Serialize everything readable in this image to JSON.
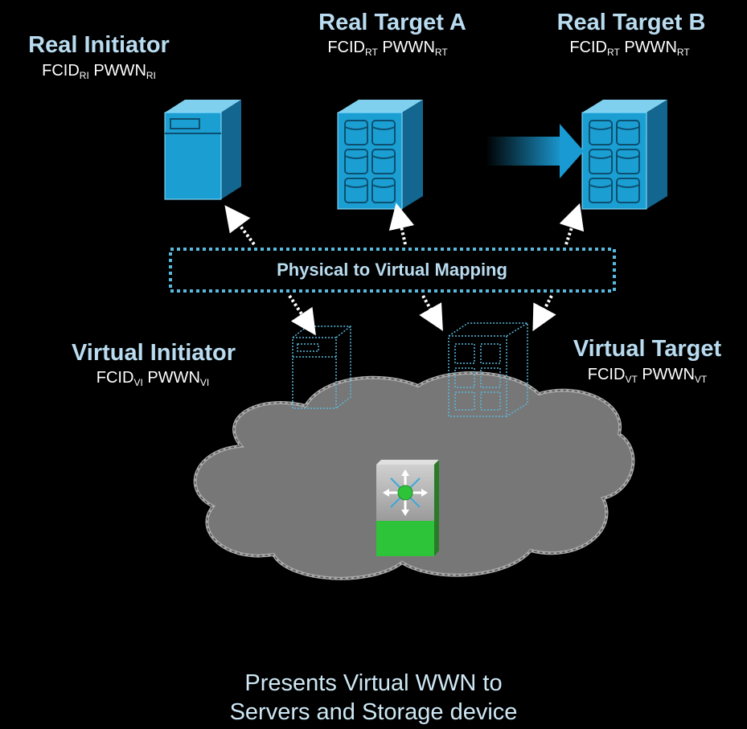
{
  "real_initiator": {
    "title": "Real Initiator",
    "fcid": "FCID",
    "fcid_sub": "RI",
    "pwwn": "PWWN",
    "pwwn_sub": "RI"
  },
  "real_target_a": {
    "title": "Real Target A",
    "fcid": "FCID",
    "fcid_sub": "RT",
    "pwwn": "PWWN",
    "pwwn_sub": "RT"
  },
  "real_target_b": {
    "title": "Real Target B",
    "fcid": "FCID",
    "fcid_sub": "RT",
    "pwwn": "PWWN",
    "pwwn_sub": "RT"
  },
  "virtual_initiator": {
    "title": "Virtual Initiator",
    "fcid": "FCID",
    "fcid_sub": "VI",
    "pwwn": "PWWN",
    "pwwn_sub": "VI"
  },
  "virtual_target": {
    "title": "Virtual Target",
    "fcid": "FCID",
    "fcid_sub": "VT",
    "pwwn": "PWWN",
    "pwwn_sub": "VT"
  },
  "mapping": {
    "label": "Physical to Virtual Mapping"
  },
  "caption": {
    "line1": "Presents Virtual WWN to",
    "line2": "Servers and Storage device"
  },
  "colors": {
    "accent": "#b9dcf0",
    "device_blue": "#1e9ed0",
    "dotted_line": "#5ab8dc",
    "switch_green": "#2ec43a",
    "cloud_gray": "#767676"
  },
  "icons": [
    "server-icon",
    "storage-array-icon",
    "migration-arrow-icon",
    "mds-switch-icon",
    "cloud-icon"
  ]
}
